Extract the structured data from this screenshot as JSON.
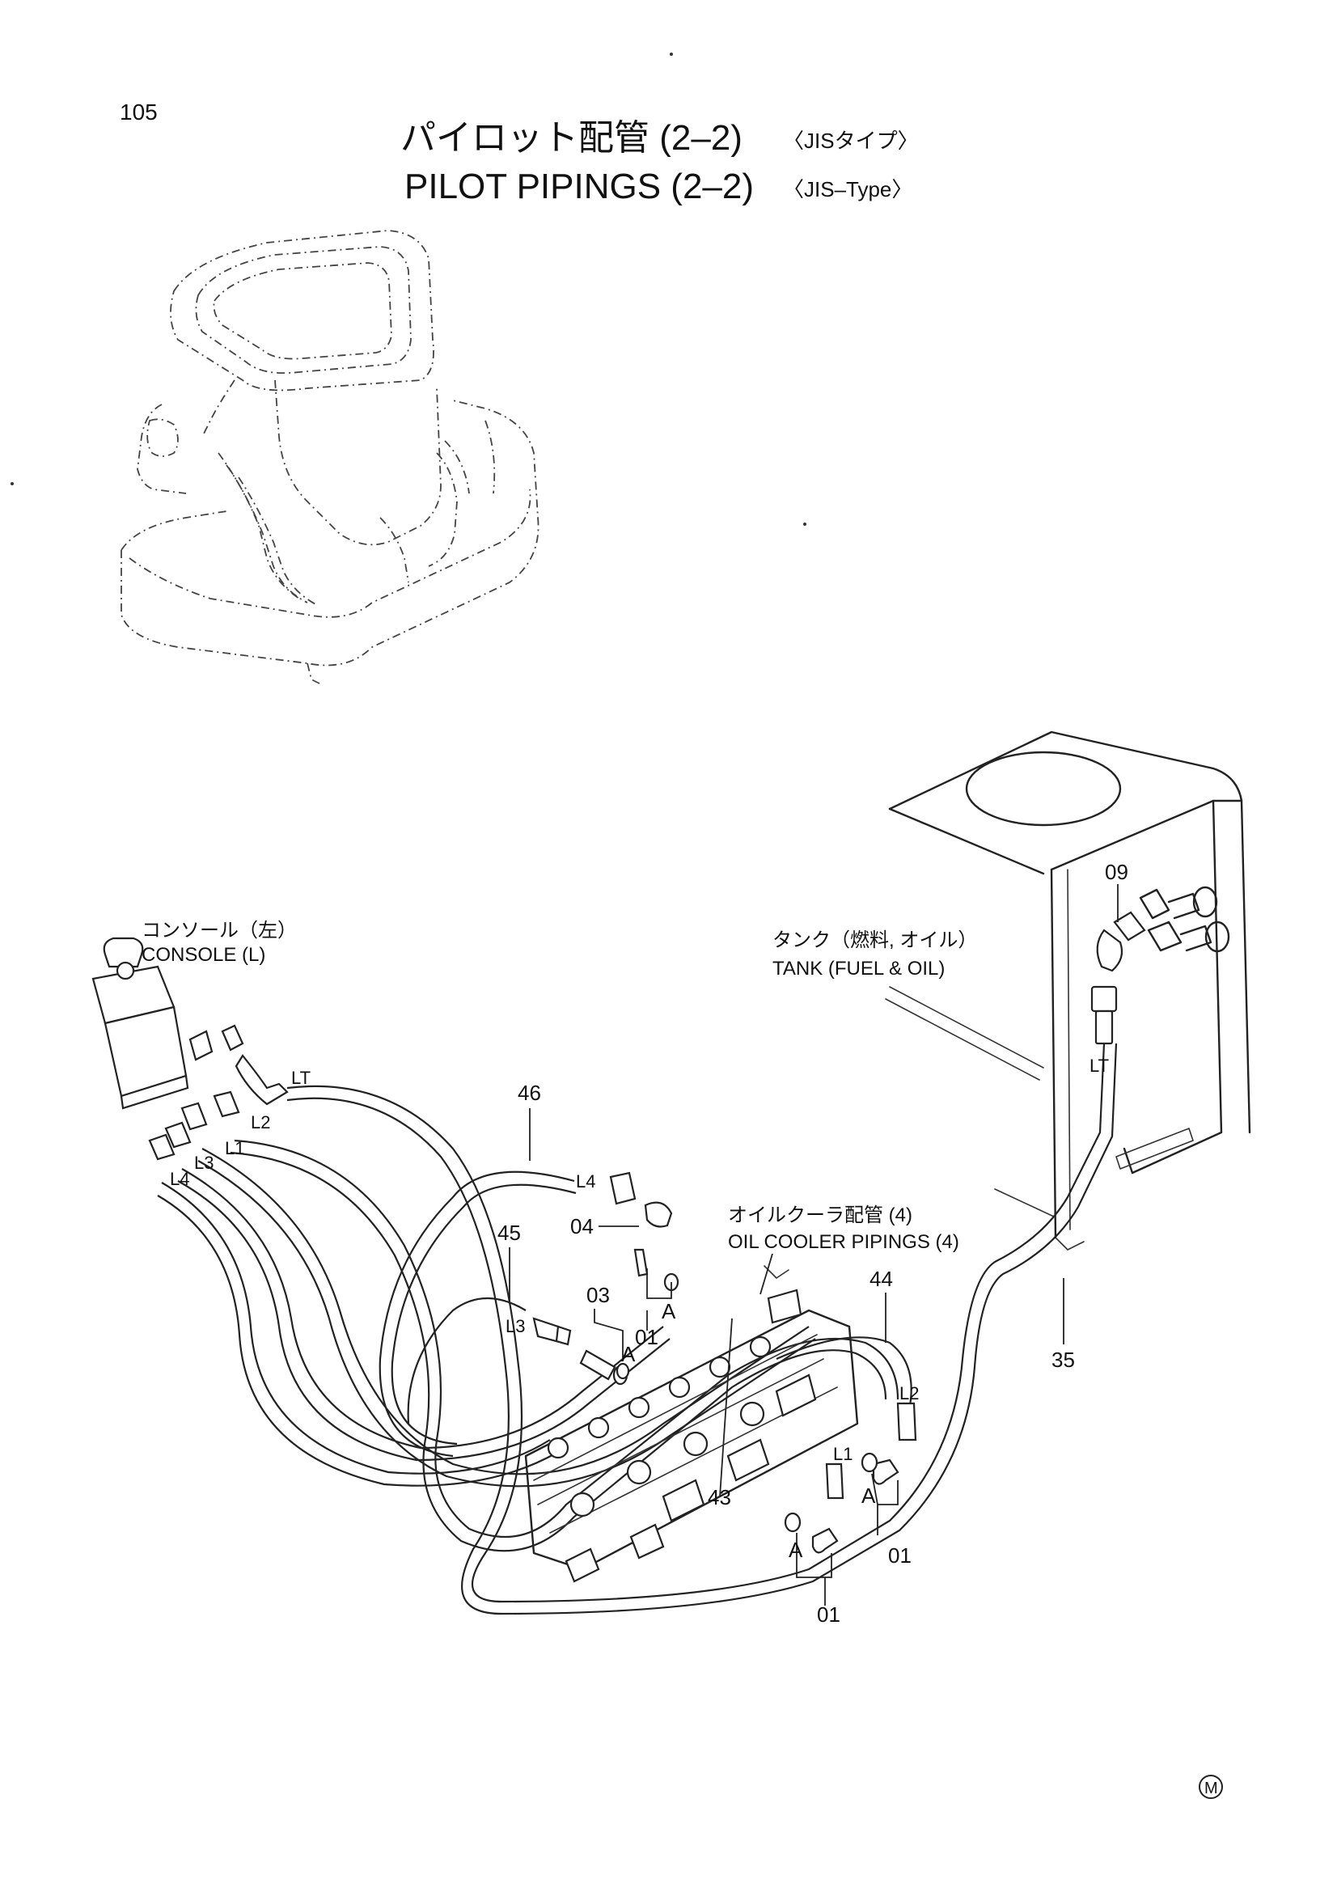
{
  "page": {
    "number": "105",
    "title_jp": "パイロット配管 (2–2)",
    "title_jp_type": "〈JISタイプ〉",
    "title_en": "PILOT PIPINGS (2–2)",
    "title_en_type": "〈JIS–Type〉",
    "mark": "M"
  },
  "callouts": {
    "console_jp": "コンソール（左）",
    "console_en": "CONSOLE (L)",
    "tank_jp": "タンク（燃料, オイル）",
    "tank_en": "TANK (FUEL & OIL)",
    "cooler_jp": "オイルクーラ配管 (4)",
    "cooler_en": "OIL COOLER PIPINGS (4)"
  },
  "part_numbers": {
    "p46": "46",
    "p45": "45",
    "p44": "44",
    "p35": "35",
    "p09": "09",
    "p04": "04",
    "p03": "03",
    "p43": "43",
    "p01_a": "01",
    "p01_b": "01",
    "p01_c": "01"
  },
  "port_labels": {
    "lt_console": "LT",
    "lt_tank": "LT",
    "l1": "L1",
    "l2": "L2",
    "l3": "L3",
    "l4": "L4",
    "l4_hose": "L4",
    "l3_hose": "L3",
    "l1_valve": "L1",
    "l2_valve": "L2",
    "a1": "A",
    "a2": "A",
    "a3": "A",
    "a4": "A"
  }
}
